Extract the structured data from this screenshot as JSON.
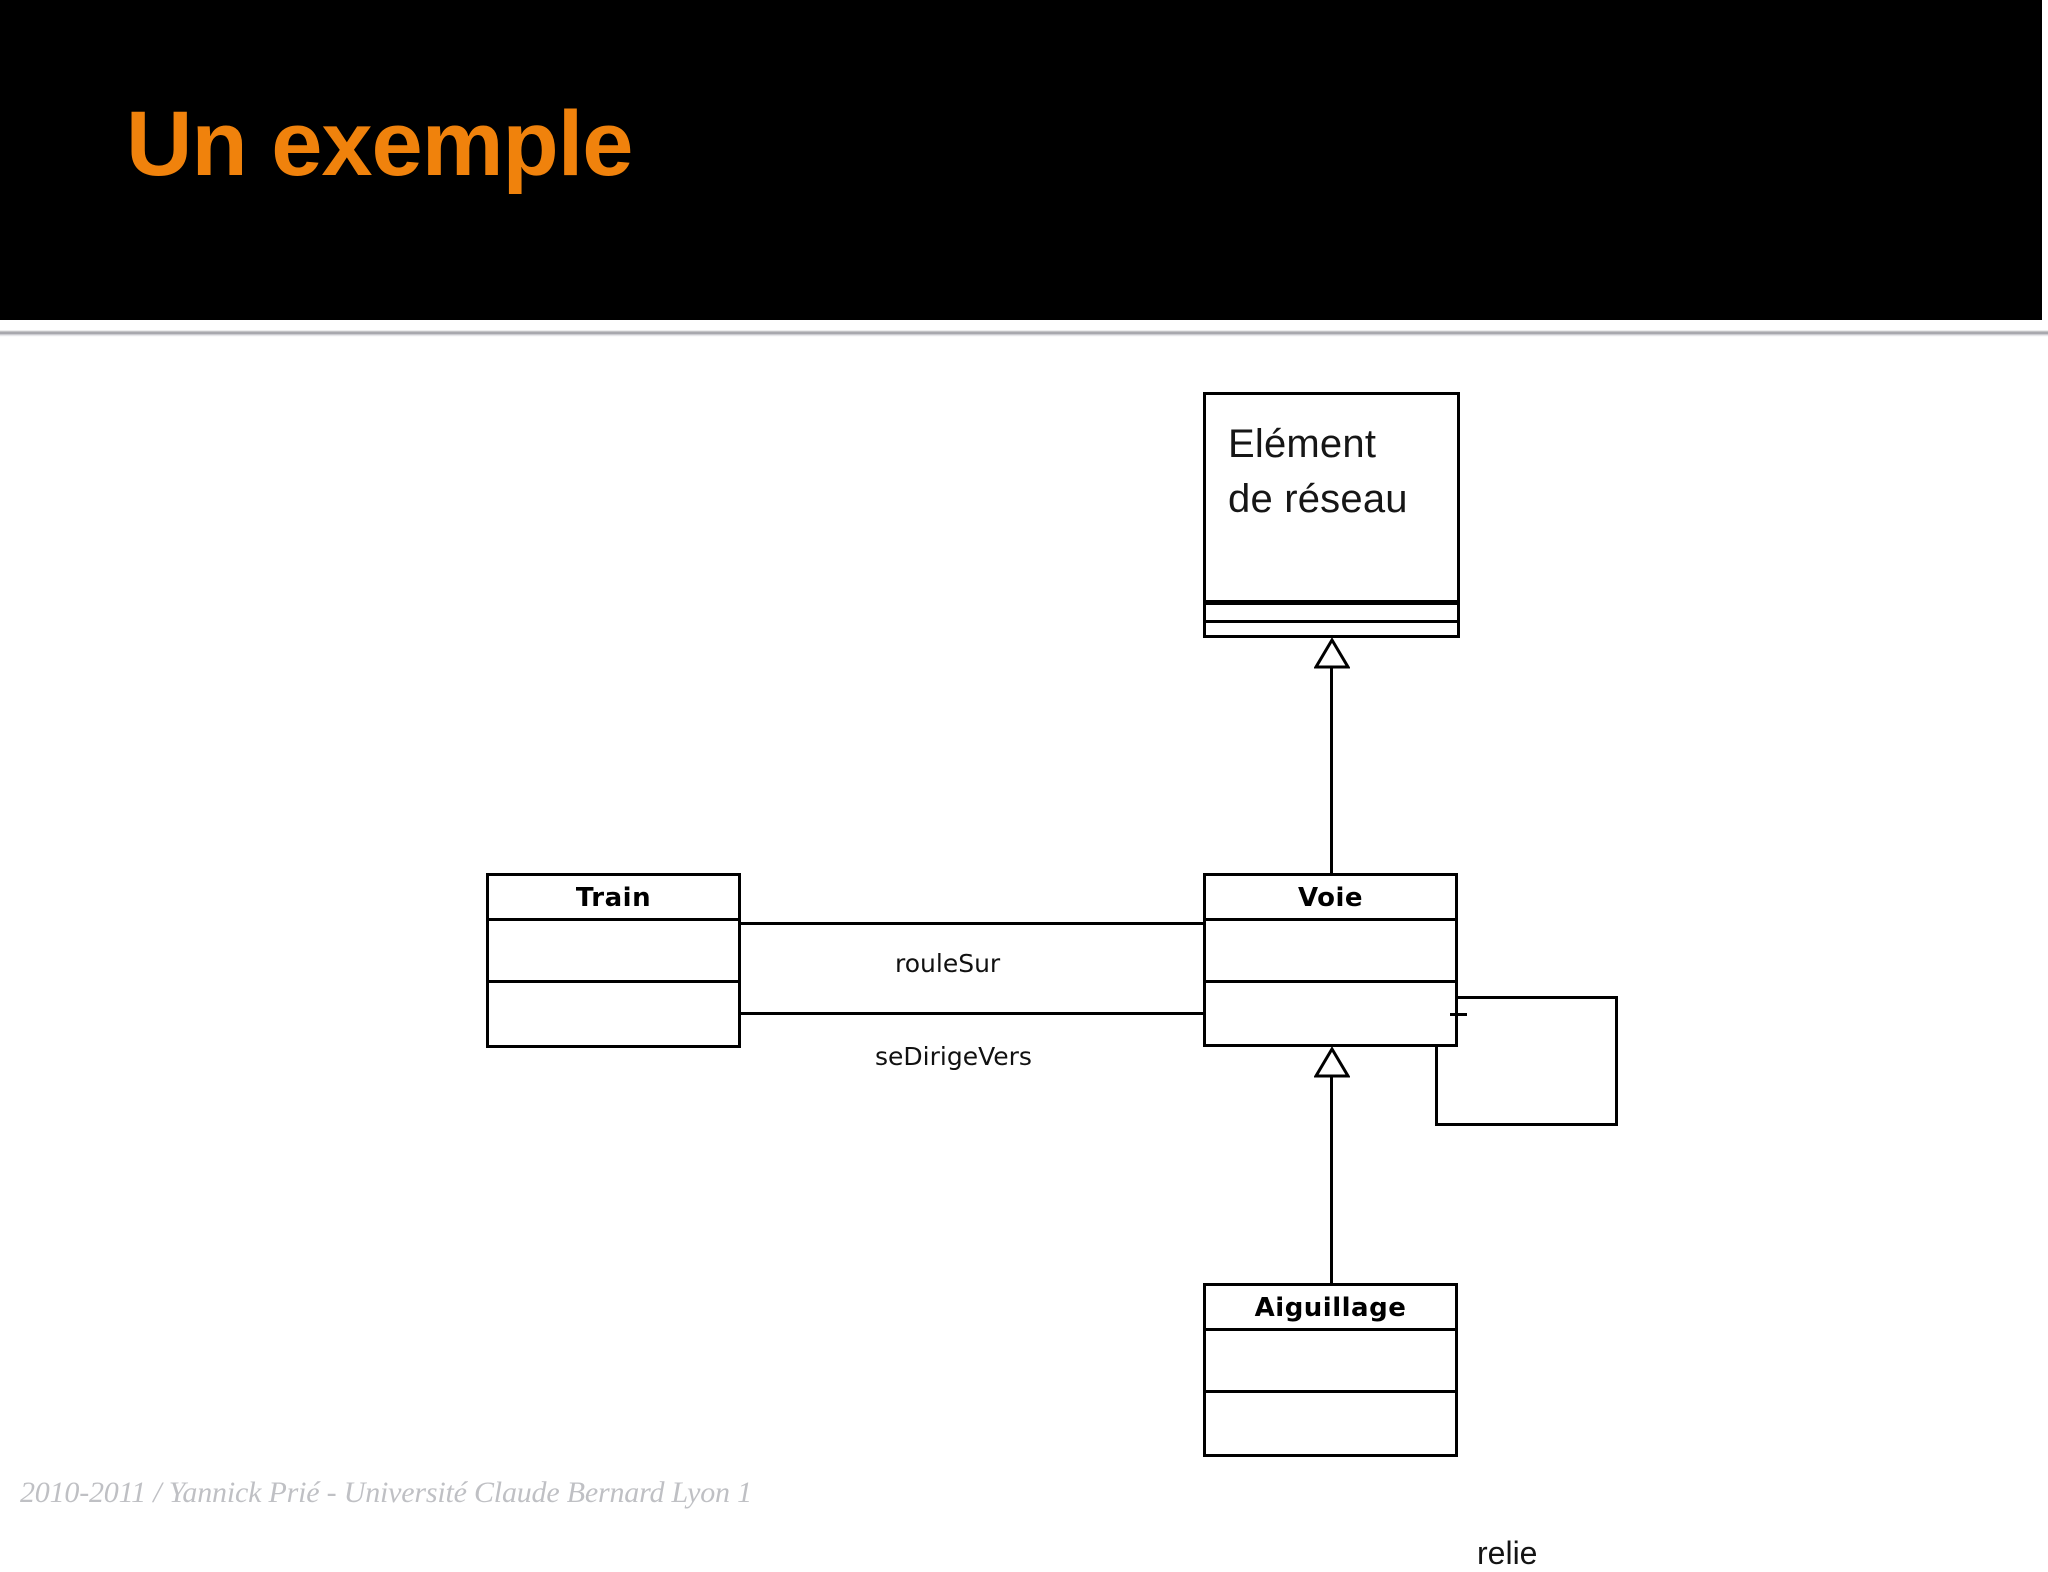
{
  "slide": {
    "title": "Un exemple",
    "title_color": "#F0820C",
    "header_background": "#000000",
    "body_background": "#FFFFFF",
    "footer": "2010-2011 / Yannick Prié - Université Claude Bernard Lyon 1",
    "footer_color": "#BFC0C4"
  },
  "diagram": {
    "type": "uml-class-diagram",
    "classes": [
      {
        "id": "element-reseau",
        "name_line_1": "Elément",
        "name_line_2": "de réseau",
        "name": "Elément de réseau",
        "compartments": 3,
        "attributes": [],
        "operations": []
      },
      {
        "id": "train",
        "name": "Train",
        "compartments": 3,
        "attributes": [],
        "operations": []
      },
      {
        "id": "voie",
        "name": "Voie",
        "compartments": 3,
        "attributes": [],
        "operations": []
      },
      {
        "id": "aiguillage",
        "name": "Aiguillage",
        "compartments": 3,
        "attributes": [],
        "operations": []
      }
    ],
    "associations": [
      {
        "id": "roulesur",
        "label": "rouleSur",
        "from": "train",
        "to": "voie"
      },
      {
        "id": "sedirigevers",
        "label": "seDirigeVers",
        "from": "train",
        "to": "voie"
      },
      {
        "id": "relie",
        "label": "relie",
        "from": "voie",
        "to": "voie",
        "reflexive": true
      }
    ],
    "generalizations": [
      {
        "id": "voie-element",
        "from": "voie",
        "to": "element-reseau"
      },
      {
        "id": "aiguillage-voie",
        "from": "aiguillage",
        "to": "voie"
      }
    ]
  }
}
